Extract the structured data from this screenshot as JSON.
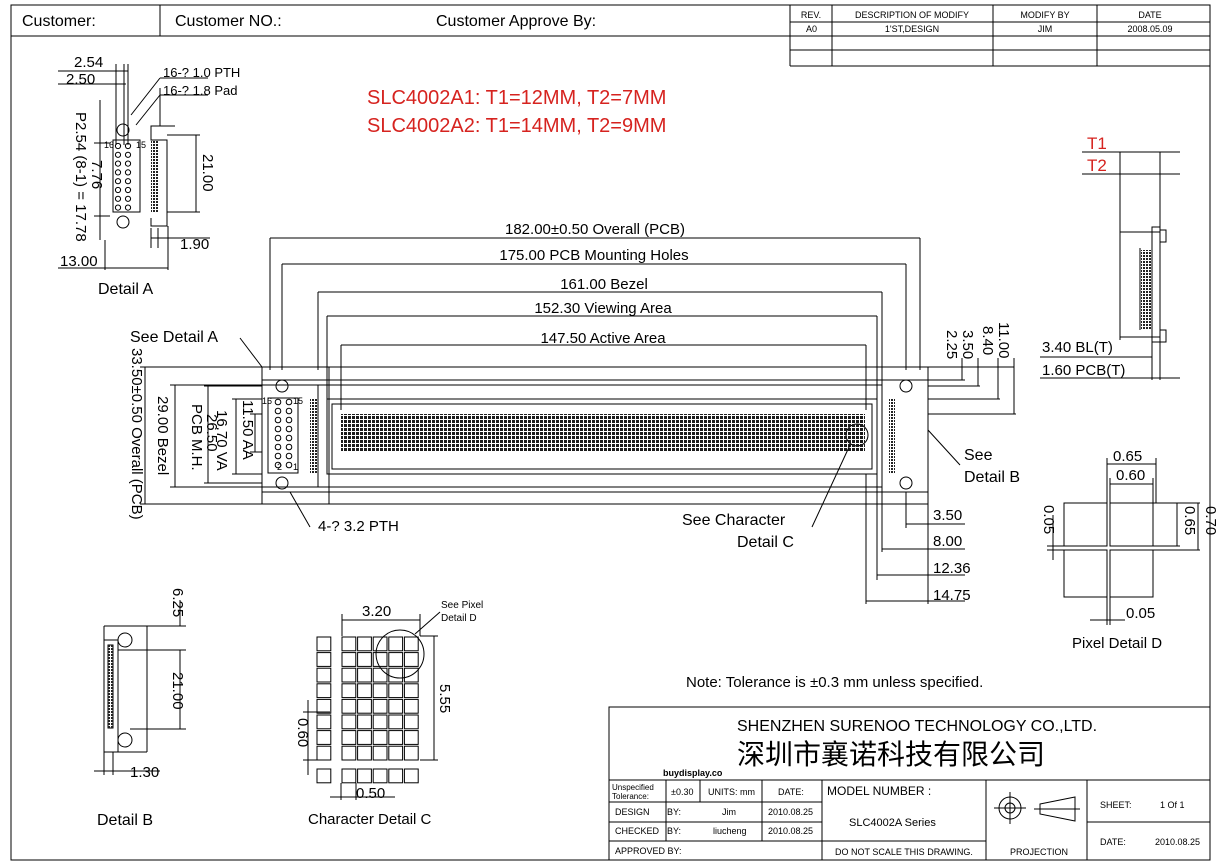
{
  "header": {
    "customer": "Customer:",
    "customer_no": "Customer NO.:",
    "approve": "Customer Approve By:"
  },
  "revision": {
    "columns": [
      "REV.",
      "DESCRIPTION OF MODIFY",
      "MODIFY BY",
      "DATE"
    ],
    "rows": [
      [
        "A0",
        "1'ST,DESIGN",
        "JIM",
        "2008.05.09"
      ]
    ]
  },
  "models": {
    "line1": "SLC4002A1: T1=12MM, T2=7MM",
    "line2": "SLC4002A2: T1=14MM, T2=9MM",
    "color": "#d6231f"
  },
  "detail_a": {
    "title": "Detail A",
    "d254": "2.54",
    "d250": "2.50",
    "pth": "16-? 1.0 PTH",
    "pad": "16-? 1.8 Pad",
    "p254": "P2.54 (8-1) = 17.78",
    "d776": "7.76",
    "d2100": "21.00",
    "d190": "1.90",
    "d1300": "13.00",
    "pin16": "16",
    "pin15": "15"
  },
  "main": {
    "overall": "182.00±0.50 Overall (PCB)",
    "mounting": "175.00 PCB Mounting Holes",
    "bezel": "161.00 Bezel",
    "viewing": "152.30 Viewing Area",
    "active": "147.50 Active Area",
    "see_a": "See  Detail A",
    "v_overall": "33.50±0.50 Overall (PCB)",
    "v_bezel": "29.00 Bezel",
    "v_pcb_mh": "PCB M.H.",
    "v_va": "16.70 VA",
    "v_2650": "26.50",
    "v_aa": "11.50 AA",
    "pth4": "4-?  3.2 PTH",
    "r225": "2.25",
    "r350": "3.50",
    "r840": "8.40",
    "r1100": "11.00",
    "see_b1": "See",
    "see_b2": "Detail B",
    "see_c1": "See Character",
    "see_c2": "Detail C",
    "b350": "3.50",
    "b800": "8.00",
    "b1236": "12.36",
    "b1475": "14.75",
    "pin16": "16",
    "pin15": "15",
    "pin2": "2",
    "pin1": "1"
  },
  "side": {
    "t1": "T1",
    "t2": "T2",
    "bl": "3.40 BL(T)",
    "pcb": "1.60 PCB(T)"
  },
  "pixel_d": {
    "title": "Pixel Detail D",
    "d065": "0.65",
    "d060": "0.60",
    "d005l": "0.05",
    "d065r": "0.65",
    "d070": "0.70",
    "d005b": "0.05"
  },
  "detail_b": {
    "title": "Detail B",
    "d625": "6.25",
    "d2100": "21.00",
    "d130": "1.30"
  },
  "detail_c": {
    "title": "Character Detail C",
    "d320": "3.20",
    "d555": "5.55",
    "d060": "0.60",
    "d050": "0.50",
    "see_pixel1": "See Pixel",
    "see_pixel2": "Detail D"
  },
  "note": "Note: Tolerance is ±0.3 mm unless specified.",
  "title_block": {
    "company_en": "SHENZHEN SURENOO TECHNOLOGY CO.,LTD.",
    "company_cn": "深圳市襄诺科技有限公司",
    "site": "buydisplay.co",
    "unspec": "Unspecified",
    "tolerance": "Tolerance:",
    "tol_val": "±0.30",
    "units": "UNITS: mm",
    "date_lbl": "DATE:",
    "model_lbl": "MODEL NUMBER :",
    "model_val": "SLC4002A Series",
    "design": "DESIGN",
    "by1": "BY:",
    "design_by": "Jim",
    "design_date": "2010.08.25",
    "checked": "CHECKED",
    "by2": "BY:",
    "checked_by": "liucheng",
    "checked_date": "2010.08.25",
    "approved": "APPROVED BY:",
    "no_scale": "DO NOT SCALE THIS DRAWING.",
    "projection": "PROJECTION",
    "sheet_lbl": "SHEET:",
    "sheet_val": "1  Of  1",
    "date2_lbl": "DATE:",
    "date2_val": "2010.08.25"
  }
}
